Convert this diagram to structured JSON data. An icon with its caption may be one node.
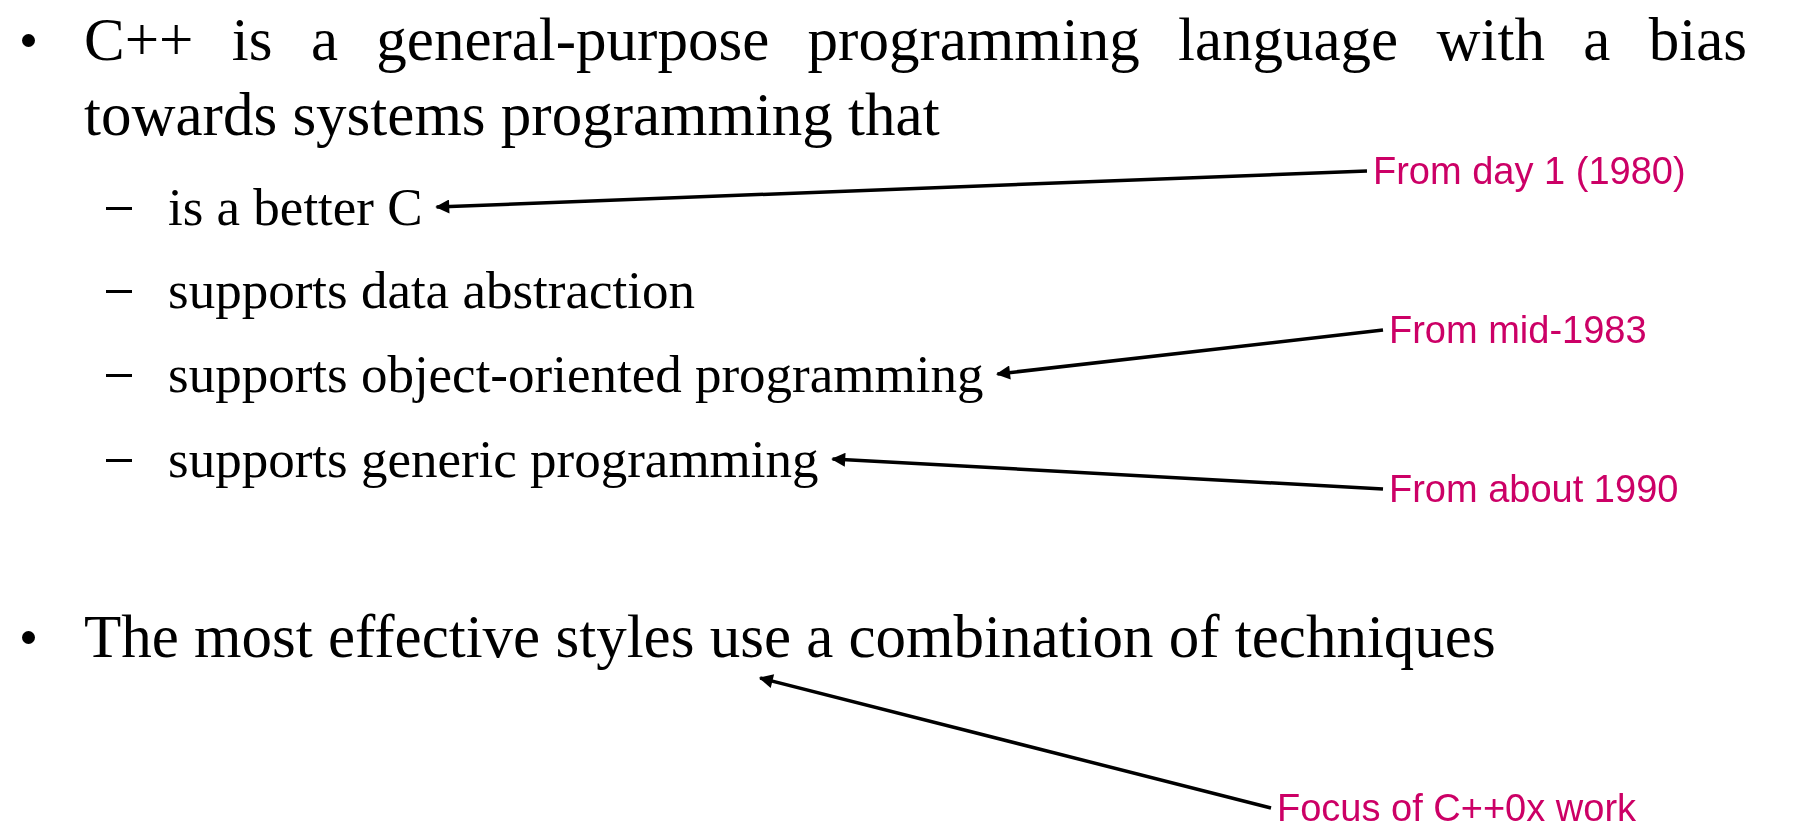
{
  "diagram": {
    "nodes": [
      {
        "text": [
          "is a better C"
        ]
      },
      {
        "text": [
          "supports object-oriented programming"
        ]
      },
      {
        "text": [
          "supports generic programming"
        ]
      },
      {
        "text": [
          "The most effective styles use a combination of techniques"
        ]
      },
      {
        "text": [
          "From day 1 (1980)"
        ]
      },
      {
        "text": [
          "From mid-1983"
        ]
      },
      {
        "text": [
          "From about 1990"
        ]
      },
      {
        "text": [
          "Focus of C++0x work"
        ]
      }
    ],
    "edges": [
      {
        "from": 4,
        "to": 0,
        "arrow": "to"
      },
      {
        "from": 5,
        "to": 1,
        "arrow": "to"
      },
      {
        "from": 6,
        "to": 2,
        "arrow": "to"
      },
      {
        "from": 7,
        "to": 3,
        "arrow": "to"
      }
    ],
    "labels": [
      "C++ is a general-purpose programming language with a bias towards systems programming that",
      "supports data abstraction"
    ]
  }
}
